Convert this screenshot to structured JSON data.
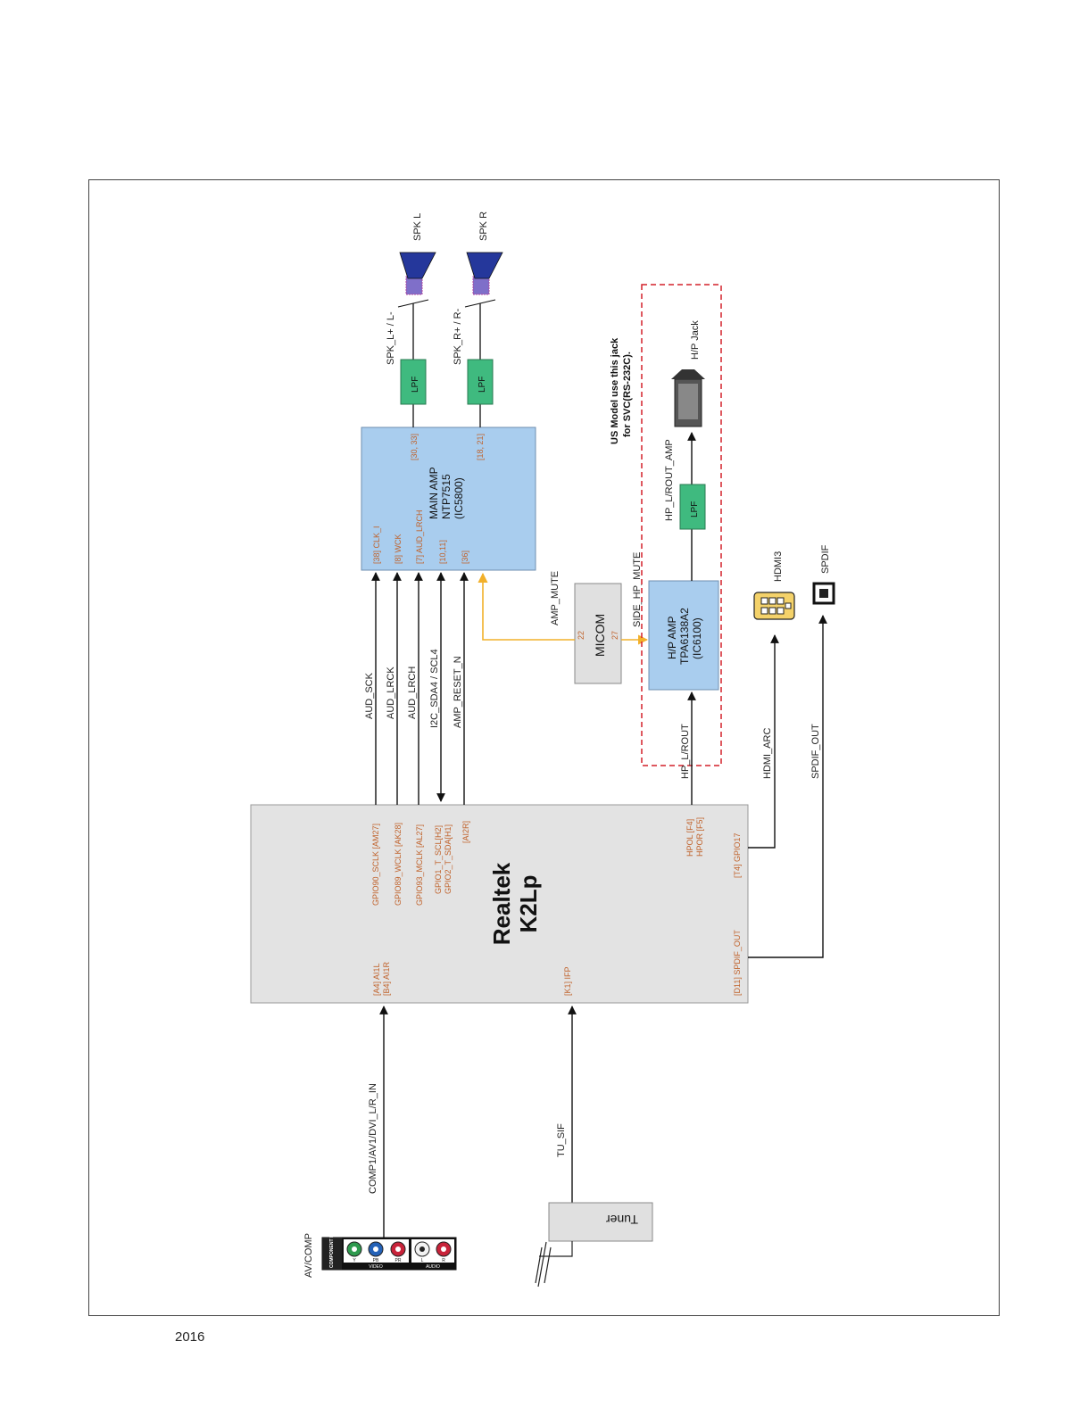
{
  "page": {
    "year": "2016"
  },
  "colors": {
    "realtek_fill": "#e3e3e3",
    "amp_fill": "#a9cdee",
    "lpf_fill": "#3fba7f",
    "micom_fill": "#e0e0e0",
    "pin_text": "#c0622b",
    "mute_line": "#f2b02a",
    "dashed_box": "#d3202a",
    "speaker": "#25379b"
  },
  "realtek": {
    "name": "Realtek",
    "model": "K2Lp"
  },
  "realtek_pins": [
    "GPIO90_SCLK [AM27]",
    "GPIO89_WCLK [AK28]",
    "GPIO93_MCLK [AL27]",
    "GPIO1_T_SCL[H2]",
    "GPIO2_T_SDA[H1]",
    "[AI2R]",
    "[A4] AI1L",
    "[B4] AI1R",
    "[K1] IFP",
    "HPOL [F4]",
    "HPOR [F5]",
    "[T4] GPIO17",
    "[D11] SPDIF_OUT"
  ],
  "signals": {
    "aud_sck": "AUD_SCK",
    "aud_lrck": "AUD_LRCK",
    "aud_lrch": "AUD_LRCH",
    "i2c": "I2C_SDA4 / SCL4",
    "amp_reset": "AMP_RESET_N",
    "comp_in": "COMP1/AV1/DVI_L/R_IN",
    "tu_sif": "TU_SIF",
    "hp_lrout": "HP_L/ROUT",
    "hdmi_arc": "HDMI_ARC",
    "spdif_out": "SPDIF_OUT",
    "amp_mute": "AMP_MUTE",
    "side_hp_mute": "SIDE_HP_MUTE",
    "hp_lrout_amp": "HP_L/ROUT_AMP",
    "spk_l": "SPK_L+ / L-",
    "spk_r": "SPK_R+ / R-"
  },
  "main_amp": {
    "lines": [
      "MAIN AMP",
      "NTP7515",
      "(IC5800)"
    ],
    "pins": [
      "[38] CLK_I",
      "[8] WCK",
      "[7] AUD_LRCH",
      "[10,11]",
      "[36]",
      "[30, 33]",
      "[18, 21]"
    ]
  },
  "hp_amp": {
    "lines": [
      "H/P AMP",
      "TPA6138A2",
      "(IC6100)"
    ]
  },
  "micom": {
    "label": "MICOM",
    "pins": [
      "22",
      "27"
    ]
  },
  "lpf": "LPF",
  "speakers": {
    "left": "SPK L",
    "right": "SPK R"
  },
  "note": [
    "US Model use this jack",
    "for SVC(RS-232C)."
  ],
  "hp_jack": "H/P Jack",
  "hdmi3": "HDMI3",
  "spdif": "SPDIF",
  "tuner": "Tuner",
  "av_comp": {
    "label": "AV/COMP",
    "panel_title": "COMPONENT IN",
    "video": "VIDEO",
    "audio": "AUDIO",
    "jacks": [
      "Y",
      "PB",
      "PR",
      "L",
      "R"
    ]
  }
}
